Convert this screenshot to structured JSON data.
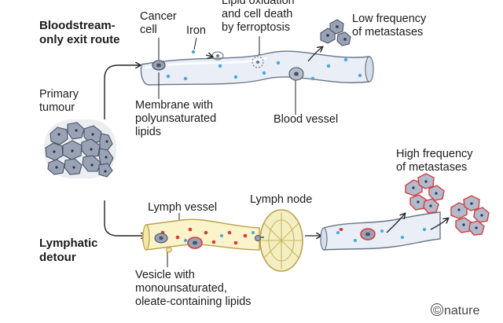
{
  "labels": {
    "bloodstream_route": "Bloodstream-\nonly exit route",
    "cancer_cell": "Cancer\ncell",
    "iron": "Iron",
    "lipid_oxidation": "Lipid oxidation\nand cell death\nby ferroptosis",
    "low_frequency": "Low frequency\nof metastases",
    "primary_tumour": "Primary\ntumour",
    "membrane": "Membrane with\npolyunsaturated\nlipids",
    "blood_vessel": "Blood vessel",
    "high_frequency": "High frequency\nof metastases",
    "lymph_vessel": "Lymph vessel",
    "lymph_node": "Lymph node",
    "lymphatic_detour": "Lymphatic\ndetour",
    "vesicle": "Vesicle with\nmonounsaturated,\noleate-containing lipids",
    "credit": "nature",
    "credit_symbol": "©"
  },
  "colors": {
    "vessel_fill": "#e9eef7",
    "vessel_stroke": "#6a7587",
    "lymph_fill": "#fbf3c9",
    "lymph_stroke": "#b9a24a",
    "node_fill": "#f4efc2",
    "cell_fill": "#9aa3b5",
    "cell_stroke": "#4a5366",
    "iron_dot": "#4aa7d8",
    "oleate_dot": "#d33d3d",
    "arrow": "#222222"
  }
}
